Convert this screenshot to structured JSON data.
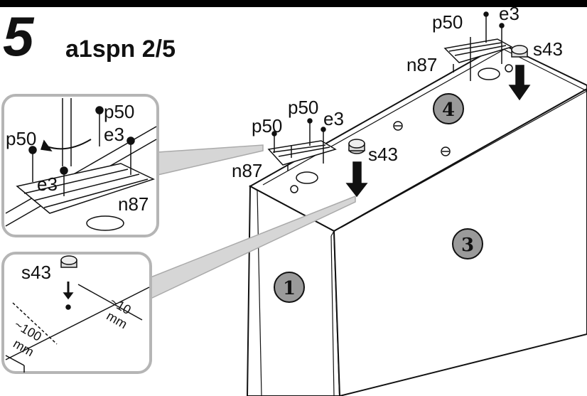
{
  "step": {
    "number": "5",
    "title": "a1spn 2/5"
  },
  "parts": {
    "screw_long": "p50",
    "cam_nut": "e3",
    "bracket": "n87",
    "foot": "s43"
  },
  "panels": {
    "side": "1",
    "front": "3",
    "top": "4"
  },
  "measurements": {
    "edge_distance": "~100",
    "edge_unit": "mm",
    "side_distance": "~10",
    "side_unit": "mm"
  },
  "colors": {
    "line": "#111111",
    "frame": "#b5b5b5",
    "badge": "#9a9a9a"
  }
}
